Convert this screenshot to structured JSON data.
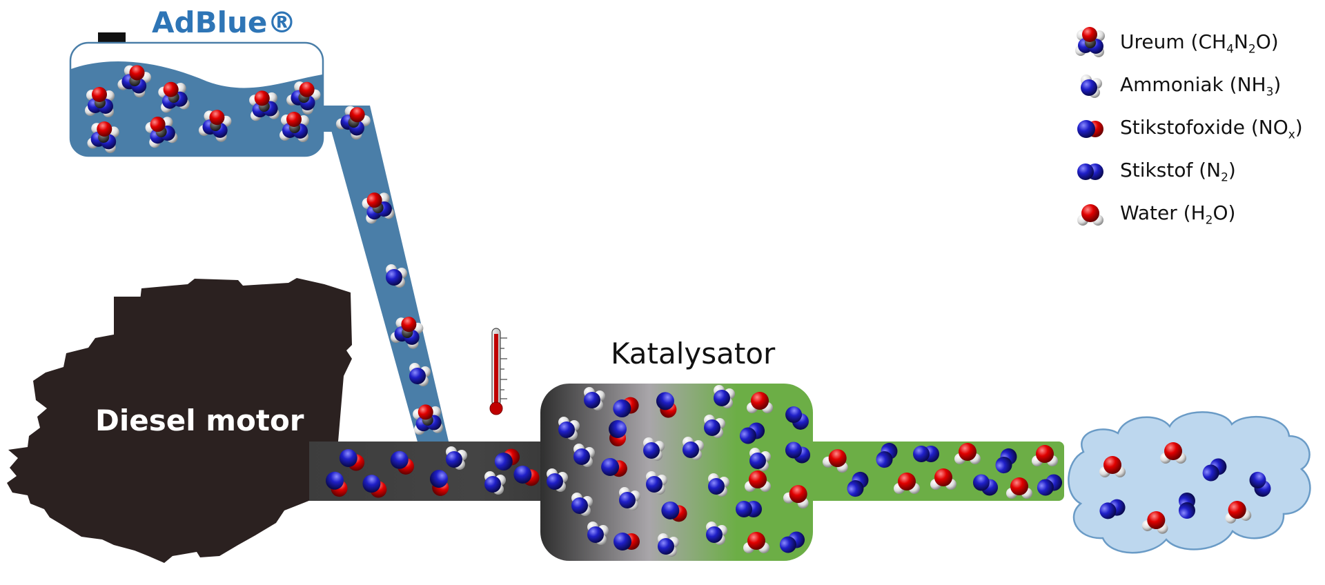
{
  "labels": {
    "adblue": "AdBlue®",
    "katalysator": "Katalysator",
    "diesel_motor": "Diesel motor"
  },
  "legend": [
    {
      "icon": "urea-molecule-icon",
      "name": "Ureum",
      "formula": [
        [
          "CH",
          ""
        ],
        [
          "4",
          "sub"
        ],
        [
          "N",
          ""
        ],
        [
          "2",
          "sub"
        ],
        [
          "O",
          ""
        ]
      ]
    },
    {
      "icon": "ammonia-molecule-icon",
      "name": "Ammoniak",
      "formula": [
        [
          "NH",
          ""
        ],
        [
          "3",
          "sub"
        ]
      ]
    },
    {
      "icon": "nitrogen-oxide-molecule-icon",
      "name": "Stikstofoxide",
      "formula": [
        [
          "NO",
          ""
        ],
        [
          "x",
          "sub"
        ]
      ]
    },
    {
      "icon": "nitrogen-molecule-icon",
      "name": "Stikstof",
      "formula": [
        [
          "N",
          ""
        ],
        [
          "2",
          "sub"
        ]
      ]
    },
    {
      "icon": "water-molecule-icon",
      "name": "Water",
      "formula": [
        [
          "H",
          ""
        ],
        [
          "2",
          "sub"
        ],
        [
          "O",
          ""
        ]
      ]
    }
  ],
  "colors": {
    "adblue_label": "#2e75b6",
    "tank_liquid": "#4a7ea8",
    "pipe_blue": "#4a7ea8",
    "engine": "#2b2120",
    "exhaust_dark": "#3a3a3a",
    "catalyst_mid": "#a8a5a8",
    "catalyst_green": "#6db046",
    "cloud": "#bdd7ee",
    "cloud_stroke": "#6a9bc6",
    "thermometer": "#c00000"
  }
}
